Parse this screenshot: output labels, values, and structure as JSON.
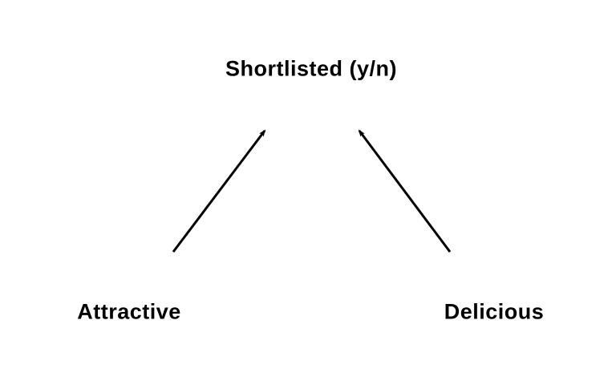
{
  "diagram": {
    "type": "causal-diagram",
    "outcome_node": {
      "label": "Shortlisted (y/n)"
    },
    "cause_nodes": [
      {
        "label": "Attractive"
      },
      {
        "label": "Delicious"
      }
    ],
    "edges": [
      {
        "from": "Attractive",
        "to": "Shortlisted (y/n)",
        "direction": "up"
      },
      {
        "from": "Delicious",
        "to": "Shortlisted (y/n)",
        "direction": "up"
      }
    ],
    "colors": {
      "background": "#ffffff",
      "foreground": "#000000"
    }
  }
}
